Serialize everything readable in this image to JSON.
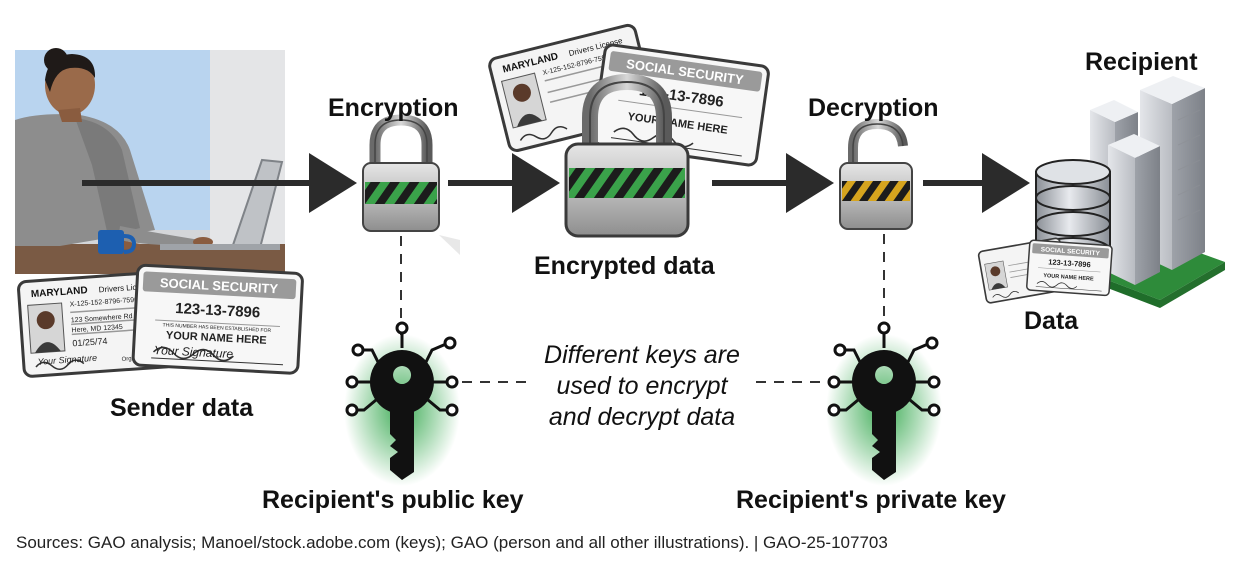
{
  "labels": {
    "encryption": "Encryption",
    "decryption": "Decryption",
    "encrypted_data": "Encrypted data",
    "recipient": "Recipient",
    "data": "Data",
    "sender_data": "Sender data",
    "public_key": "Recipient's public key",
    "private_key": "Recipient's private key",
    "note_line1": "Different keys are",
    "note_line2": "used to encrypt",
    "note_line3": "and decrypt data"
  },
  "card": {
    "state": "MARYLAND",
    "license_header": "Drivers License",
    "license_number": "X-125-152-8796-7596",
    "address_line1": "123 Somewhere Rd",
    "address_line2": "Here, MD 12345",
    "dob": "01/25/74",
    "signature": "Your Signature",
    "ssc_header": "SOCIAL SECURITY",
    "ssn": "123-13-7896",
    "ssc_subtext": "THIS NUMBER HAS BEEN ESTABLISHED FOR",
    "ssc_name": "YOUR NAME HERE",
    "organ_donor": "Organ Donor"
  },
  "source_note": "Sources: GAO analysis; Manoel/stock.adobe.com (keys); GAO (person and all other illustrations).  |  GAO-25-107703",
  "colors": {
    "arrow": "#2b2b2b",
    "lock_green": "#2f8f3a",
    "lock_amber": "#c99a1c",
    "glow": "#1e9e3a",
    "building": "#c9ccd1",
    "ground": "#2e8b3a"
  }
}
